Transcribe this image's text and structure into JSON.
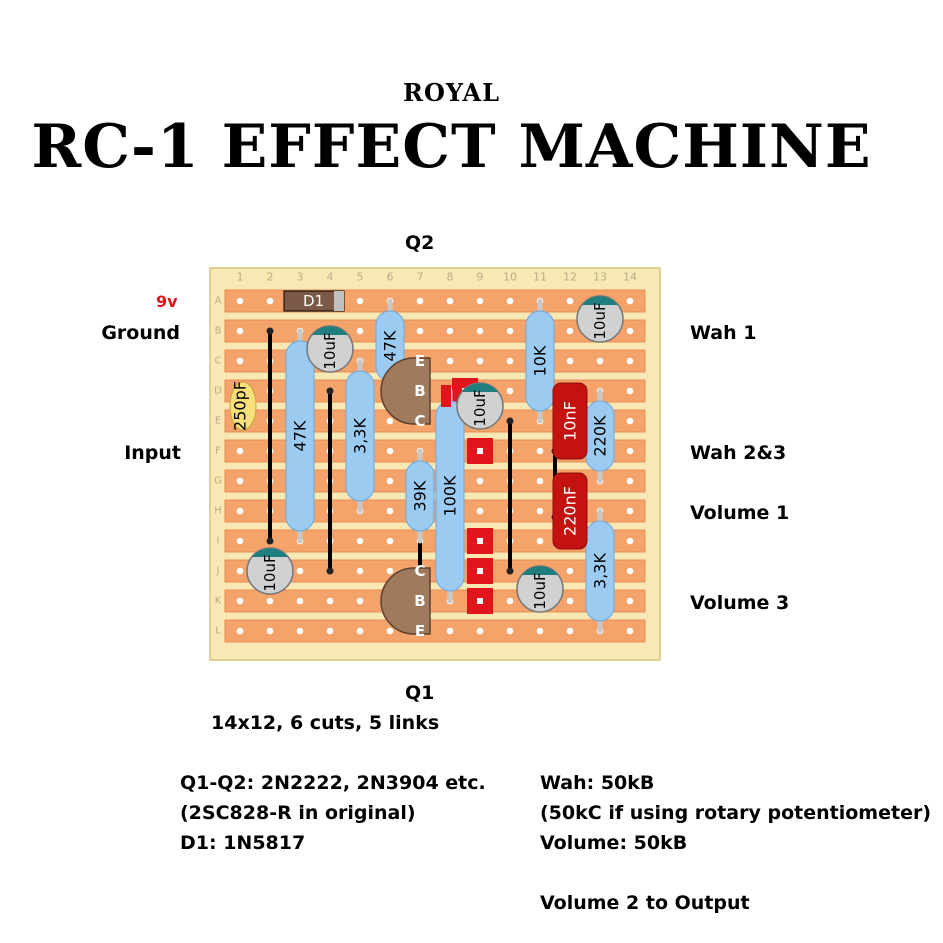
{
  "header": {
    "brand": "ROYAL",
    "title": "RC-1 EFFECT MACHINE"
  },
  "transistor_labels": {
    "top": "Q2",
    "bottom": "Q1"
  },
  "connections_left": {
    "power": "9v",
    "ground": "Ground",
    "input": "Input"
  },
  "connections_right": {
    "wah1": "Wah 1",
    "wah23": "Wah 2&3",
    "vol1": "Volume 1",
    "vol3": "Volume 3"
  },
  "board_info": "14x12, 6 cuts, 5 links",
  "notes_left": [
    "Q1-Q2: 2N2222, 2N3904 etc.",
    "(2SC828-R in original)",
    "D1: 1N5817"
  ],
  "notes_right": [
    "Wah: 50kB",
    "(50kC if using rotary potentiometer)",
    "Volume: 50kB",
    "",
    "Volume 2 to Output"
  ],
  "board": {
    "columns": [
      "1",
      "2",
      "3",
      "4",
      "5",
      "6",
      "7",
      "8",
      "9",
      "10",
      "11",
      "12",
      "13",
      "14"
    ],
    "rows": [
      "A",
      "B",
      "C",
      "D",
      "E",
      "F",
      "G",
      "H",
      "I",
      "J",
      "K",
      "L"
    ]
  },
  "components": {
    "d1": "D1",
    "r_47k_a": "47K",
    "r_47k_b": "47K",
    "r_3k3_a": "3,3K",
    "r_3k3_b": "3,3K",
    "r_10k": "10K",
    "r_39k": "39K",
    "r_100k": "100K",
    "r_220k": "220K",
    "c_250pf": "250pF",
    "c_10uf_1": "10uF",
    "c_10uf_2": "10uF",
    "c_10uf_3": "10uF",
    "c_10uf_4": "10uF",
    "c_10uf_5": "10uF",
    "c_10nf": "10nF",
    "c_220nf": "220nF",
    "q_pins": {
      "e": "E",
      "b": "B",
      "c": "C"
    }
  },
  "colors": {
    "board": "#f9e8b4",
    "strip": "#f4a36a",
    "resistor": "#9ccbf2",
    "film_cap": "#c3120f",
    "transistor": "#a07a5c",
    "cut": "#e0161c",
    "power_label": "#e0161c"
  }
}
